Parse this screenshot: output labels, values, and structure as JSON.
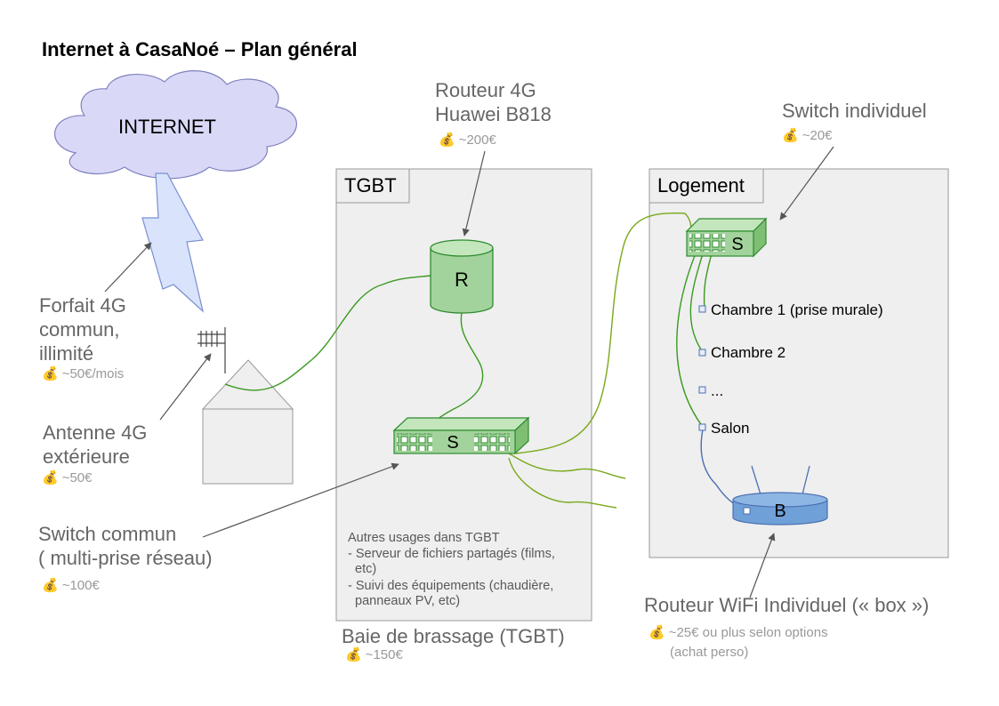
{
  "title": "Internet à CasaNoé – Plan général",
  "money_symbol": "💰",
  "internet": {
    "label": "INTERNET"
  },
  "forfait": {
    "line1": "Forfait 4G",
    "line2": "commun,",
    "line3": "illimité",
    "price": "~50€/mois"
  },
  "antenne": {
    "line1": "Antenne 4G",
    "line2": "extérieure",
    "price": "~50€"
  },
  "switch_commun": {
    "line1": "Switch commun",
    "line2": "( multi-prise réseau)",
    "price": "~100€",
    "device_letter": "S"
  },
  "routeur4g": {
    "line1": "Routeur 4G",
    "line2": "Huawei B818",
    "price": "~200€",
    "device_letter": "R"
  },
  "tgbt": {
    "box_label": "TGBT",
    "notes": [
      "Autres usages dans TGBT",
      "- Serveur de fichiers partagés (films,",
      "  etc)",
      "- Suivi des équipements (chaudière,",
      "  panneaux PV, etc)"
    ],
    "caption": "Baie de brassage (TGBT)",
    "caption_price": "~150€"
  },
  "logement": {
    "box_label": "Logement",
    "device_letter": "S",
    "rooms": [
      "Chambre 1 (prise murale)",
      "Chambre 2",
      "...",
      "Salon"
    ]
  },
  "switch_individuel": {
    "label": "Switch individuel",
    "price": "~20€"
  },
  "routeur_wifi": {
    "device_letter": "B",
    "label": "Routeur WiFi Individuel (« box »)",
    "price_line1": "~25€ ou plus selon options",
    "price_line2": "(achat perso)"
  },
  "colors": {
    "green_fill": "#a3d39c",
    "green_stroke": "#2e8b2e",
    "cable_green": "#3a9a1f",
    "cable_olive": "#7aa81a",
    "cable_blue": "#4a6fb0",
    "box_fill": "#efefef",
    "cloud_fill": "#d9d9f7",
    "router_fill": "#6fa0d8"
  }
}
